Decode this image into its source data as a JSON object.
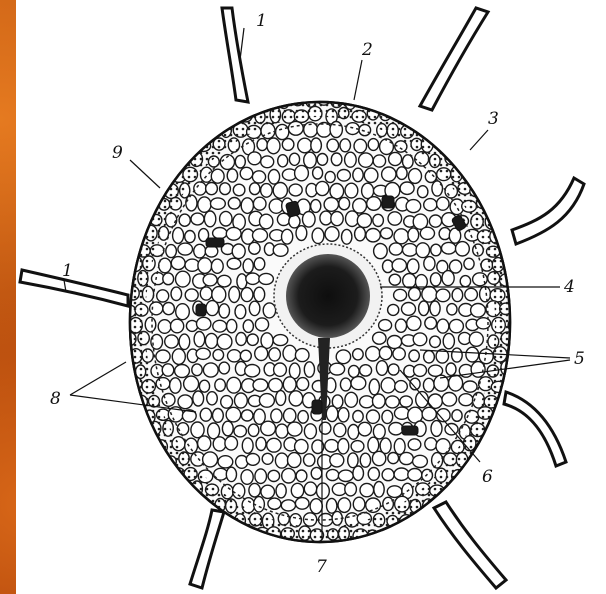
{
  "figure": {
    "labels": {
      "root_hair_top": "1",
      "root_hair_left": "1",
      "epiblema": "2",
      "exodermis": "3",
      "central_cylinder": "4",
      "cortex": "5",
      "endodermis": "6",
      "xylem": "7",
      "outer_layers": "8",
      "outer_cells": "9"
    },
    "colors": {
      "background": "#b84a0c",
      "paper": "#ffffff",
      "ink": "#111111"
    }
  }
}
